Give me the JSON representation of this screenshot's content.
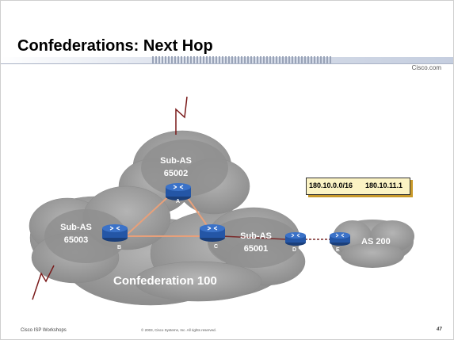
{
  "slide": {
    "title": "Confederations: Next Hop",
    "brand": "Cisco.com",
    "footer_left": "Cisco ISP Workshops",
    "footer_copyright": "© 2003, Cisco Systems, Inc. All rights reserved.",
    "page_number": "47"
  },
  "diagram": {
    "confederation_label": "Confederation 100",
    "sub_as": [
      {
        "line1": "Sub-AS",
        "line2": "65002"
      },
      {
        "line1": "Sub-AS",
        "line2": "65003"
      },
      {
        "line1": "Sub-AS",
        "line2": "65001"
      }
    ],
    "external_as": "AS 200",
    "routers": [
      "A",
      "B",
      "C",
      "D",
      "E"
    ],
    "prefix": "180.10.0.0/16",
    "next_hop": "180.10.11.1",
    "colors": {
      "cloud": "#9a9a9a",
      "router": "#2456a6",
      "ibgp_link": "#e8a07a",
      "ebgp_link": "#7a2a2a",
      "lightning": "#7a1a1a",
      "header_bar": "#cfd6e6",
      "prefix_box_bg": "#fbf3c4"
    }
  }
}
